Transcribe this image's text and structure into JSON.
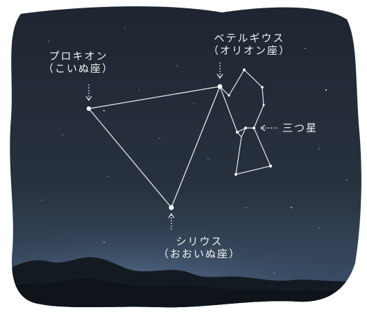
{
  "colors": {
    "sky_top": "#1e2530",
    "sky_bottom": "#3a4c63",
    "horizon_glow": "#5b7694",
    "mountain": "#141a22",
    "line": "#e8eaf0",
    "star": "#ffffff",
    "label": "#f2f3f6"
  },
  "labels": {
    "procyon": {
      "name": "プロキオン",
      "constellation": "（こいぬ座）"
    },
    "betelgeuse": {
      "name": "ベテルギウス",
      "constellation": "（オリオン座）"
    },
    "sirius": {
      "name": "シリウス",
      "constellation": "（おおいぬ座）"
    },
    "belt": {
      "name": "三つ星"
    }
  },
  "icons": {
    "pointer": "dotted-arrow-icon"
  }
}
